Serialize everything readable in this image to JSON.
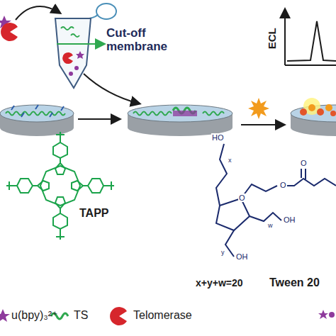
{
  "diagram": {
    "labels": [
      "Cut-off membrane",
      "ECL",
      "TAPP",
      "x+y+w=20",
      "Tween 20",
      "HO",
      "O",
      "O",
      "O",
      "OH",
      "OH",
      "x",
      "w",
      "y"
    ],
    "legend": [
      {
        "text": "u(bpy)₃²⁺"
      },
      {
        "text": "TS"
      },
      {
        "text": "Telomerase"
      }
    ]
  }
}
